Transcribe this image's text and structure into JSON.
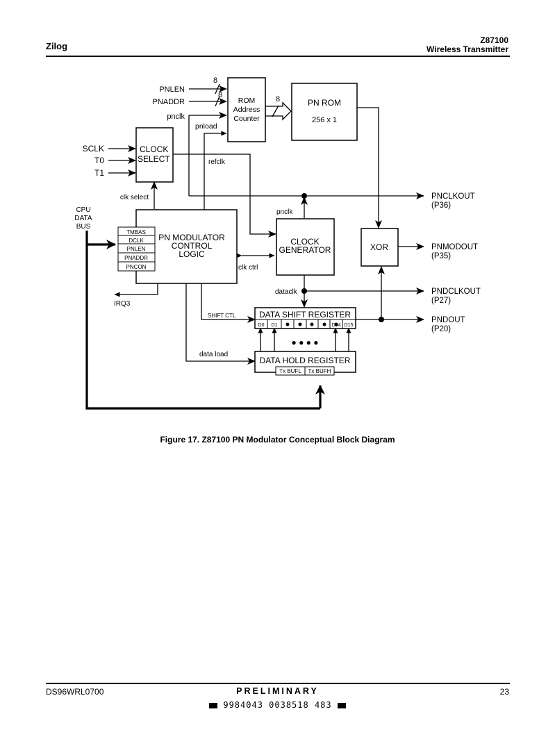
{
  "header": {
    "company": "Zilog",
    "part": "Z87100",
    "subtitle": "Wireless Transmitter"
  },
  "figure": {
    "caption": "Figure 17.  Z87100 PN Modulator Conceptual Block Diagram"
  },
  "diagram": {
    "inputs": {
      "pnlen": "PNLEN",
      "pnaddr": "PNADDR",
      "pnclk": "pnclk",
      "bus8a": "8",
      "bus8b": "8",
      "bus8c": "8"
    },
    "rom_counter": {
      "l1": "ROM",
      "l2": "Address",
      "l3": "Counter"
    },
    "pn_rom": {
      "l1": "PN ROM",
      "l2": "256 x 1"
    },
    "pnload": "pnload",
    "clock_inputs": {
      "sclk": "SCLK",
      "t0": "T0",
      "t1": "T1"
    },
    "clock_select": {
      "l1": "CLOCK",
      "l2": "SELECT"
    },
    "refclk": "refclk",
    "clk_select": "clk select",
    "cpu_bus": {
      "l1": "CPU",
      "l2": "DATA",
      "l3": "BUS"
    },
    "registers": [
      "TMBAS",
      "DCLK",
      "PNLEN",
      "PNADDR",
      "PNCON"
    ],
    "control": {
      "l1": "PN MODULATOR",
      "l2": "CONTROL",
      "l3": "LOGIC"
    },
    "pnclk2": "pnclk",
    "clock_gen": {
      "l1": "CLOCK",
      "l2": "GENERATOR"
    },
    "clk_ctrl": "clk ctrl",
    "xor": "XOR",
    "irq": "IRQ3",
    "dataclk": "dataclk",
    "shift_ctl": "SHIFT CTL",
    "data_load": "data load",
    "shift_reg": {
      "title": "DATA SHIFT REGISTER",
      "cells": [
        "D0",
        "D1",
        "D14",
        "D15"
      ],
      "dots": "●  ●  ●  ●"
    },
    "hold_reg": {
      "title": "DATA HOLD REGISTER",
      "cells": [
        "Tx BUFL",
        "Tx BUFH"
      ]
    },
    "outputs": [
      {
        "name": "PNCLKOUT",
        "pin": "(P36)"
      },
      {
        "name": "PNMODOUT",
        "pin": "(P35)"
      },
      {
        "name": "PNDCLKOUT",
        "pin": "(P27)"
      },
      {
        "name": "PNDOUT",
        "pin": "(P20)"
      }
    ]
  },
  "footer": {
    "doc_id": "DS96WRL0700",
    "status": "PRELIMINARY",
    "page": "23",
    "barcode_text": "9984043 0038518 483"
  }
}
